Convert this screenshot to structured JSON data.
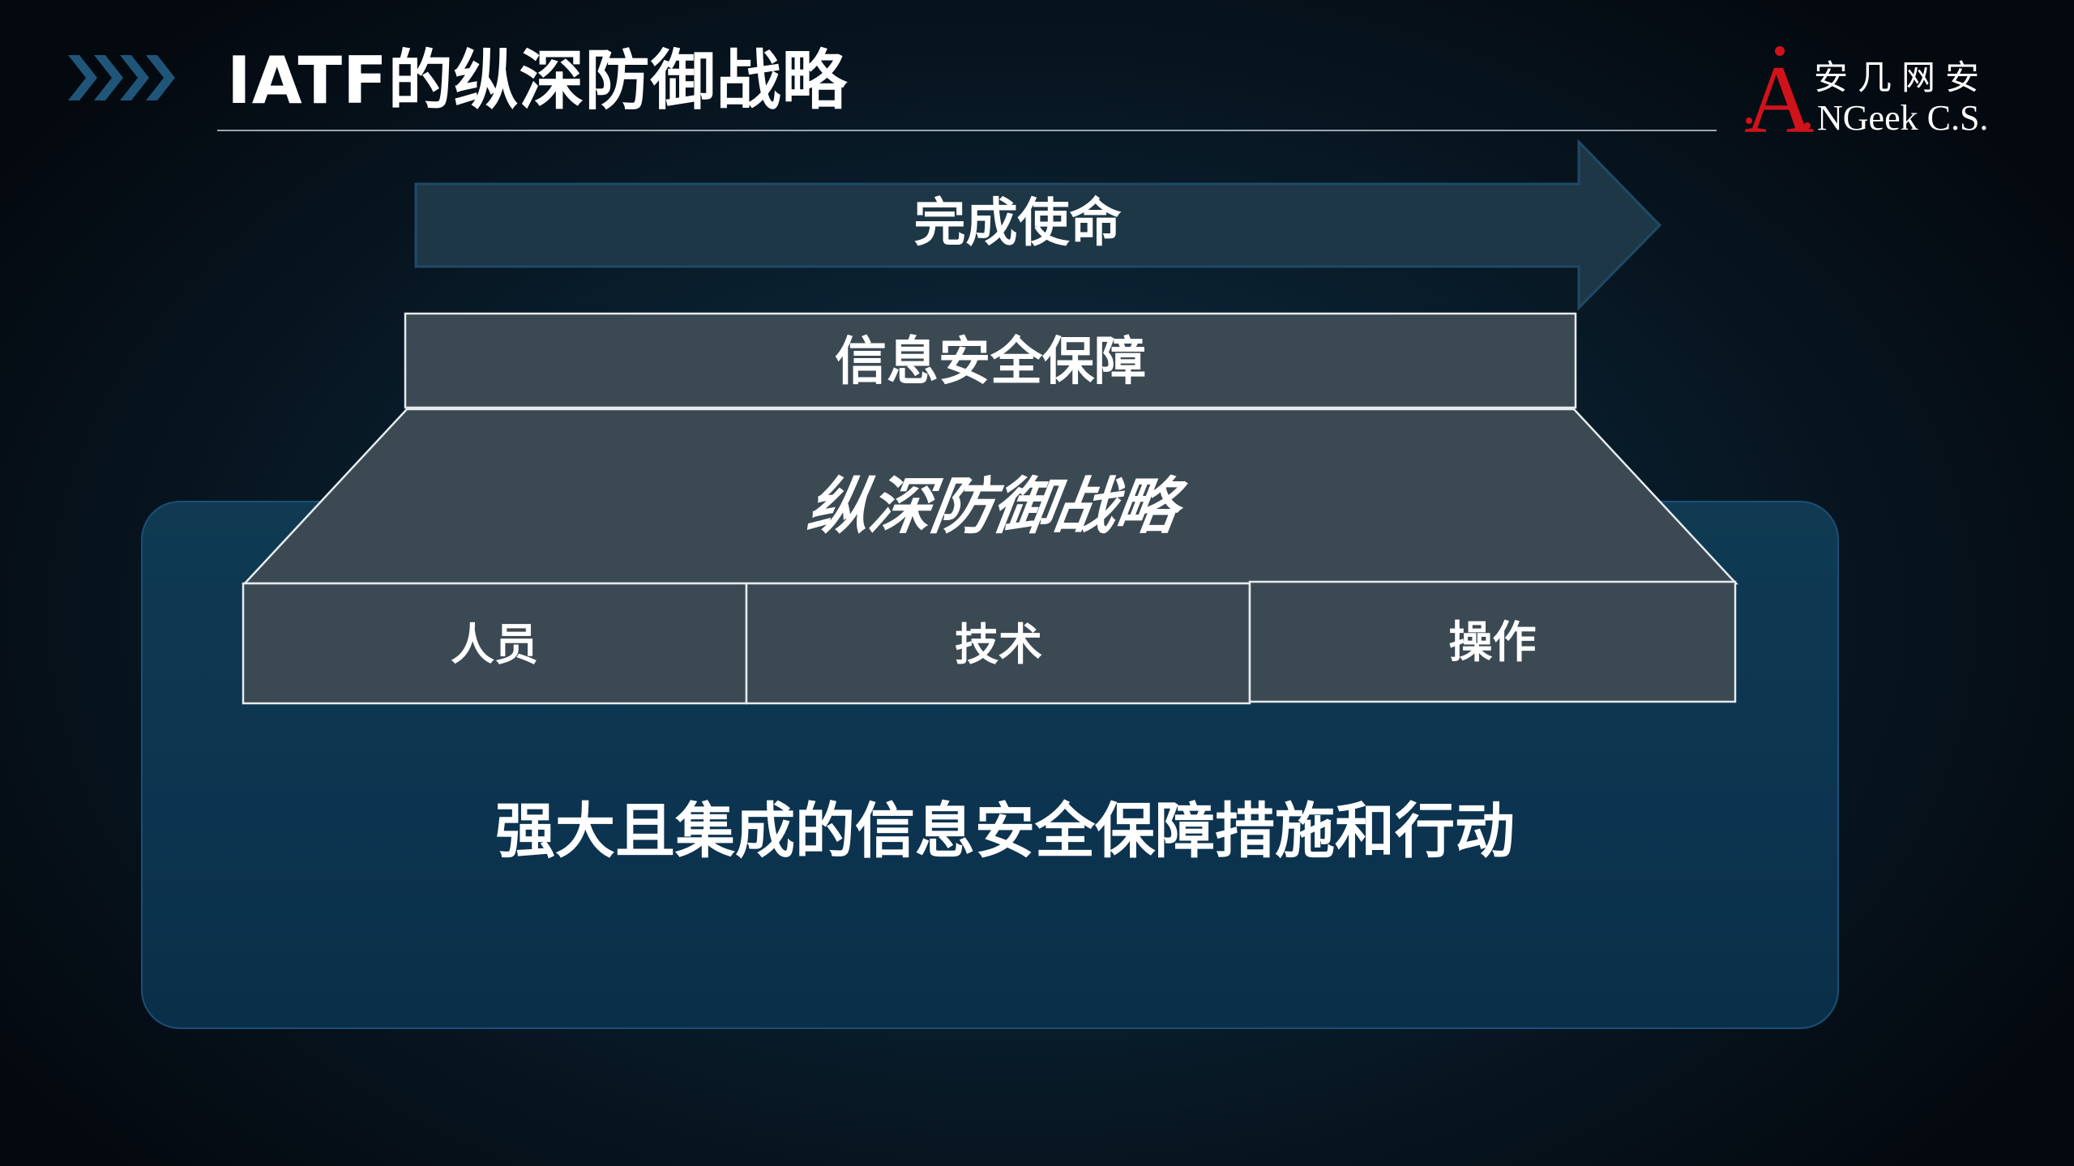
{
  "header": {
    "title": "IATF的纵深防御战略",
    "chevrons_icon": "triple-chevron-right-icon"
  },
  "logo": {
    "cn": "安几网安",
    "en": "NGeek C.S.",
    "letter": "A",
    "letter_color": "#d0121b"
  },
  "diagram": {
    "arrow_label": "完成使命",
    "top_box_label": "信息安全保障",
    "strategy_label": "纵深防御战略",
    "columns": [
      "人员",
      "技术",
      "操作"
    ],
    "bottom_text": "强大且集成的信息安全保障措施和行动"
  },
  "colors": {
    "background": "#04090f",
    "panel": "#0e3850",
    "panel_border": "#1b4f78",
    "arrow_fill": "#1e3746",
    "box_fill": "#3b4953",
    "chevron": "#1f5578",
    "text": "#ffffff"
  }
}
